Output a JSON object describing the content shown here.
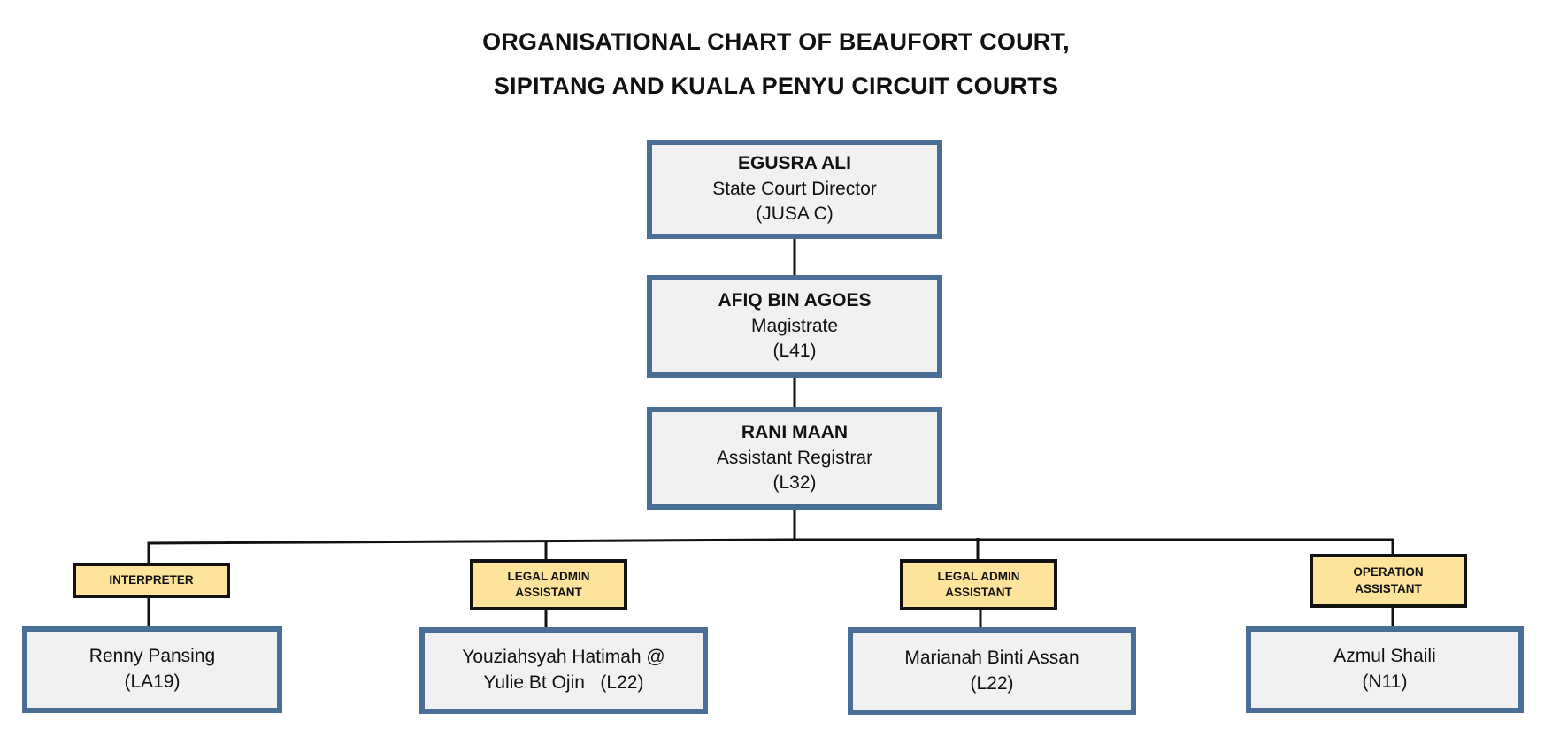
{
  "title": {
    "line1": "ORGANISATIONAL CHART OF BEAUFORT COURT,",
    "line2": "SIPITANG AND KUALA PENYU CIRCUIT COURTS"
  },
  "hierarchy": [
    {
      "name": "EGUSRA ALI",
      "role": "State Court Director",
      "grade": "(JUSA C)"
    },
    {
      "name": "AFIQ BIN AGOES",
      "role": "Magistrate",
      "grade": "(L41)"
    },
    {
      "name": "RANI MAAN",
      "role": "Assistant Registrar",
      "grade": "(L32)"
    }
  ],
  "staff": [
    {
      "position": "INTERPRETER",
      "name": "Renny Pansing",
      "grade": "(LA19)"
    },
    {
      "position": "LEGAL ADMIN\nASSISTANT",
      "name": "Youziahsyah Hatimah @",
      "grade": "Yulie Bt Ojin   (L22)"
    },
    {
      "position": "LEGAL ADMIN\nASSISTANT",
      "name": "Marianah Binti Assan",
      "grade": "(L22)"
    },
    {
      "position": "OPERATION\nASSISTANT",
      "name": "Azmul Shaili",
      "grade": "(N11)"
    }
  ],
  "colors": {
    "box_border": "#4a6f97",
    "box_fill": "#f1f1f1",
    "tag_fill": "#fde49a",
    "tag_border": "#111111",
    "connector": "#111111"
  }
}
